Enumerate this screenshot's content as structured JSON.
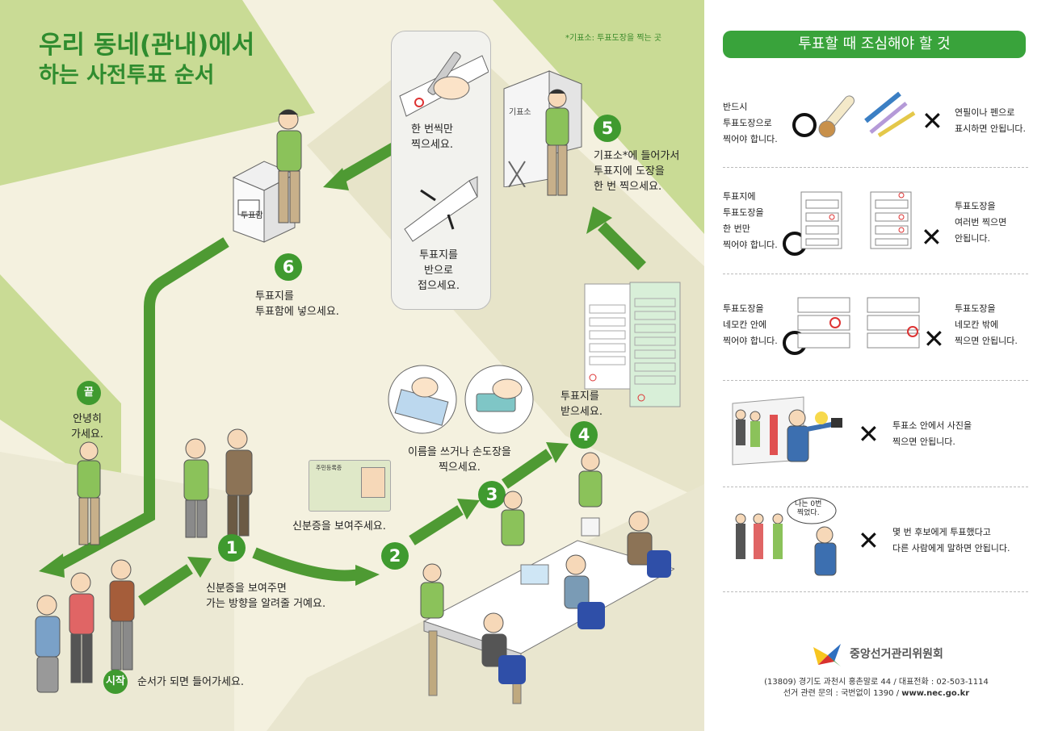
{
  "title": {
    "line1": "우리 동네(관내)에서",
    "line2": "하는 사전투표 순서"
  },
  "footnote": "*기표소: 투표도장을 찍는 곳",
  "bubble": {
    "stamp_once": "한 번씩만\n찍으세요.",
    "fold": "투표지를\n반으로\n접으세요."
  },
  "steps": {
    "start_badge": "시작",
    "start_text": "순서가 되면 들어가세요.",
    "s1": "1",
    "s1_text": "신분증을 보여주면\n가는 방향을 알려줄 거예요.",
    "id_text": "신분증을 보여주세요.",
    "s2": "2",
    "s3": "3",
    "s3_text": "이름을 쓰거나 손도장을\n찍으세요.",
    "s4": "4",
    "s4_text": "투표지를\n받으세요.",
    "s5": "5",
    "s5_text": "기표소*에 들어가서\n투표지에 도장을\n한 번 찍으세요.",
    "s6": "6",
    "s6_text": "투표지를\n투표함에 넣으세요.",
    "end_badge": "끝",
    "end_text": "안녕히\n가세요."
  },
  "labels": {
    "booth": "기표소",
    "ballot_box": "투표함",
    "id_card": "주민등록증"
  },
  "cautions": {
    "title": "투표할 때 조심해야 할 것",
    "c1_left": "반드시\n투표도장으로\n찍어야 합니다.",
    "c1_right": "연필이나 펜으로\n표시하면 안됩니다.",
    "c2_left": "투표지에\n투표도장을\n한 번만\n찍어야 합니다.",
    "c2_right": "투표도장을\n여러번 찍으면\n안됩니다.",
    "c3_left": "투표도장을\n네모칸 안에\n찍어야 합니다.",
    "c3_right": "투표도장을\n네모칸 밖에\n찍으면 안됩니다.",
    "c4": "투표소 안에서 사진을\n찍으면 안됩니다.",
    "c5_bubble": "나는 0번\n찍었다.",
    "c5": "몇 번 후보에게 투표했다고\n다른 사람에게 말하면 안됩니다."
  },
  "org": {
    "name": "중앙선거관리위원회",
    "address": "(13809) 경기도 과천시 홍촌말로 44 / 대표전화 : 02-503-1114",
    "contact_prefix": "선거 관련 문의 : 국번없이 1390 / ",
    "website": "www.nec.go.kr"
  },
  "colors": {
    "green": "#3f9a2f",
    "light_green": "#c6d98e",
    "bg": "#f4f1df"
  }
}
